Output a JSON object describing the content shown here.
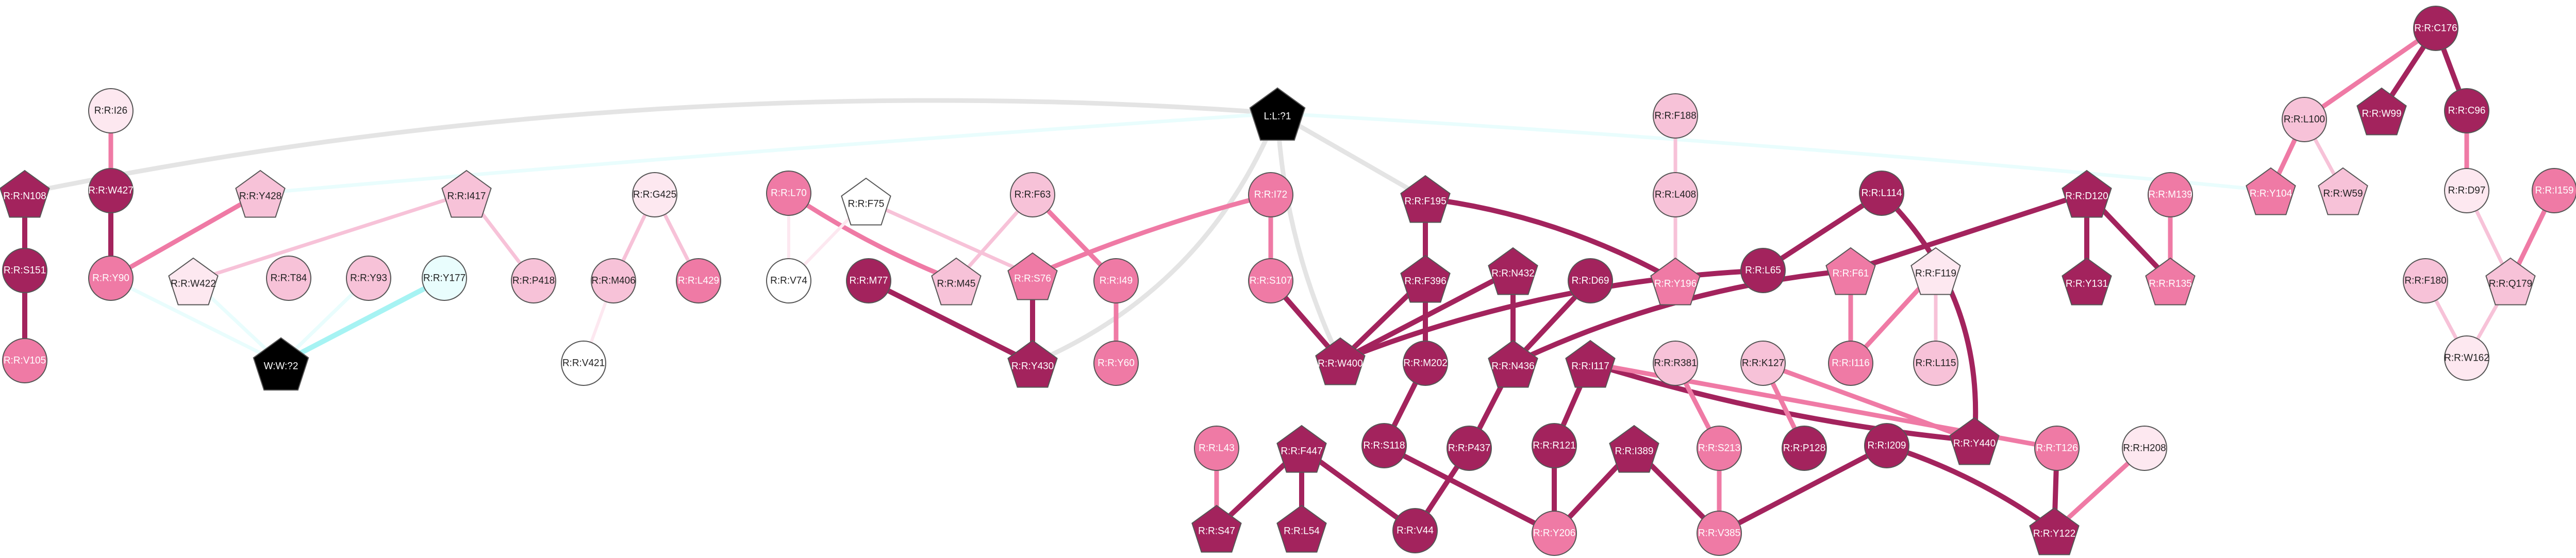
{
  "palette": {
    "deep": "#a3235d",
    "medium": "#ef7aa5",
    "light": "#f7c2d8",
    "pale": "#fde8f0",
    "white": "#ffffff",
    "black": "#000000",
    "cyan_light": "#e9fdfd",
    "cyan": "#a6f3f3",
    "grey": "#e4e4e4",
    "outline": "#555555",
    "text_dark": "#222222",
    "text_light": "#ffffff"
  },
  "nodes": [
    {
      "id": "C176",
      "label": "R:R:C176",
      "shape": "circle",
      "fill": "deep"
    },
    {
      "id": "L100",
      "label": "R:R:L100",
      "shape": "circle",
      "fill": "light"
    },
    {
      "id": "W99",
      "label": "R:R:W99",
      "shape": "pentagon",
      "fill": "deep"
    },
    {
      "id": "C96",
      "label": "R:R:C96",
      "shape": "circle",
      "fill": "deep"
    },
    {
      "id": "Y104",
      "label": "R:R:Y104",
      "shape": "pentagon",
      "fill": "medium"
    },
    {
      "id": "W59",
      "label": "R:R:W59",
      "shape": "pentagon",
      "fill": "light"
    },
    {
      "id": "D97",
      "label": "R:R:D97",
      "shape": "circle",
      "fill": "pale"
    },
    {
      "id": "I159",
      "label": "R:R:I159",
      "shape": "circle",
      "fill": "medium"
    },
    {
      "id": "F180",
      "label": "R:R:F180",
      "shape": "circle",
      "fill": "light"
    },
    {
      "id": "Q179",
      "label": "R:R:Q179",
      "shape": "pentagon",
      "fill": "light"
    },
    {
      "id": "W162",
      "label": "R:R:W162",
      "shape": "circle",
      "fill": "pale"
    },
    {
      "id": "L71",
      "label": "L:L:?1",
      "shape": "pentagon",
      "fill": "black"
    },
    {
      "id": "W72",
      "label": "W:W:?2",
      "shape": "pentagon",
      "fill": "black"
    },
    {
      "id": "I26",
      "label": "R:R:I26",
      "shape": "circle",
      "fill": "pale"
    },
    {
      "id": "N108",
      "label": "R:R:N108",
      "shape": "pentagon",
      "fill": "deep"
    },
    {
      "id": "W427",
      "label": "R:R:W427",
      "shape": "circle",
      "fill": "deep"
    },
    {
      "id": "Y428",
      "label": "R:R:Y428",
      "shape": "pentagon",
      "fill": "light"
    },
    {
      "id": "I417",
      "label": "R:R:I417",
      "shape": "pentagon",
      "fill": "light"
    },
    {
      "id": "G425",
      "label": "R:R:G425",
      "shape": "circle",
      "fill": "pale"
    },
    {
      "id": "S151",
      "label": "R:R:S151",
      "shape": "circle",
      "fill": "deep"
    },
    {
      "id": "Y90",
      "label": "R:R:Y90",
      "shape": "circle",
      "fill": "medium"
    },
    {
      "id": "W422",
      "label": "R:R:W422",
      "shape": "pentagon",
      "fill": "pale"
    },
    {
      "id": "T84",
      "label": "R:R:T84",
      "shape": "circle",
      "fill": "light"
    },
    {
      "id": "Y93",
      "label": "R:R:Y93",
      "shape": "circle",
      "fill": "light"
    },
    {
      "id": "Y177",
      "label": "R:R:Y177",
      "shape": "circle",
      "fill": "cyan_light"
    },
    {
      "id": "P418",
      "label": "R:R:P418",
      "shape": "circle",
      "fill": "light"
    },
    {
      "id": "M406",
      "label": "R:R:M406",
      "shape": "circle",
      "fill": "light"
    },
    {
      "id": "L429",
      "label": "R:R:L429",
      "shape": "circle",
      "fill": "medium"
    },
    {
      "id": "V105",
      "label": "R:R:V105",
      "shape": "circle",
      "fill": "medium"
    },
    {
      "id": "V421",
      "label": "R:R:V421",
      "shape": "circle",
      "fill": "white"
    },
    {
      "id": "L70",
      "label": "R:R:L70",
      "shape": "circle",
      "fill": "medium"
    },
    {
      "id": "F75",
      "label": "R:R:F75",
      "shape": "pentagon",
      "fill": "white"
    },
    {
      "id": "F63",
      "label": "R:R:F63",
      "shape": "circle",
      "fill": "light"
    },
    {
      "id": "I72",
      "label": "R:R:I72",
      "shape": "circle",
      "fill": "medium"
    },
    {
      "id": "V74",
      "label": "R:R:V74",
      "shape": "circle",
      "fill": "white"
    },
    {
      "id": "M45",
      "label": "R:R:M45",
      "shape": "pentagon",
      "fill": "light"
    },
    {
      "id": "M77",
      "label": "R:R:M77",
      "shape": "circle",
      "fill": "deep"
    },
    {
      "id": "S76",
      "label": "R:R:S76",
      "shape": "pentagon",
      "fill": "medium"
    },
    {
      "id": "I49",
      "label": "R:R:I49",
      "shape": "circle",
      "fill": "medium"
    },
    {
      "id": "S107",
      "label": "R:R:S107",
      "shape": "circle",
      "fill": "medium"
    },
    {
      "id": "Y430",
      "label": "R:R:Y430",
      "shape": "pentagon",
      "fill": "deep"
    },
    {
      "id": "Y60",
      "label": "R:R:Y60",
      "shape": "circle",
      "fill": "medium"
    },
    {
      "id": "F195",
      "label": "R:R:F195",
      "shape": "pentagon",
      "fill": "deep"
    },
    {
      "id": "F188",
      "label": "R:R:F188",
      "shape": "circle",
      "fill": "light"
    },
    {
      "id": "L408",
      "label": "R:R:L408",
      "shape": "circle",
      "fill": "light"
    },
    {
      "id": "F396",
      "label": "R:R:F396",
      "shape": "pentagon",
      "fill": "deep"
    },
    {
      "id": "N432",
      "label": "R:R:N432",
      "shape": "pentagon",
      "fill": "deep"
    },
    {
      "id": "D69",
      "label": "R:R:D69",
      "shape": "circle",
      "fill": "deep"
    },
    {
      "id": "Y196",
      "label": "R:R:Y196",
      "shape": "pentagon",
      "fill": "medium"
    },
    {
      "id": "L114",
      "label": "R:R:L114",
      "shape": "circle",
      "fill": "deep"
    },
    {
      "id": "D120",
      "label": "R:R:D120",
      "shape": "pentagon",
      "fill": "deep"
    },
    {
      "id": "M139",
      "label": "R:R:M139",
      "shape": "circle",
      "fill": "medium"
    },
    {
      "id": "L65",
      "label": "R:R:L65",
      "shape": "circle",
      "fill": "deep"
    },
    {
      "id": "F61",
      "label": "R:R:F61",
      "shape": "pentagon",
      "fill": "medium"
    },
    {
      "id": "F119",
      "label": "R:R:F119",
      "shape": "pentagon",
      "fill": "pale"
    },
    {
      "id": "Y131",
      "label": "R:R:Y131",
      "shape": "pentagon",
      "fill": "deep"
    },
    {
      "id": "R135",
      "label": "R:R:R135",
      "shape": "pentagon",
      "fill": "medium"
    },
    {
      "id": "W400",
      "label": "R:R:W400",
      "shape": "pentagon",
      "fill": "deep"
    },
    {
      "id": "M202",
      "label": "R:R:M202",
      "shape": "circle",
      "fill": "deep"
    },
    {
      "id": "N436",
      "label": "R:R:N436",
      "shape": "pentagon",
      "fill": "deep"
    },
    {
      "id": "I117",
      "label": "R:R:I117",
      "shape": "pentagon",
      "fill": "deep"
    },
    {
      "id": "R381",
      "label": "R:R:R381",
      "shape": "circle",
      "fill": "light"
    },
    {
      "id": "K127",
      "label": "R:R:K127",
      "shape": "circle",
      "fill": "light"
    },
    {
      "id": "I116",
      "label": "R:R:I116",
      "shape": "circle",
      "fill": "medium"
    },
    {
      "id": "L115",
      "label": "R:R:L115",
      "shape": "circle",
      "fill": "light"
    },
    {
      "id": "L43",
      "label": "R:R:L43",
      "shape": "circle",
      "fill": "medium"
    },
    {
      "id": "F447",
      "label": "R:R:F447",
      "shape": "pentagon",
      "fill": "deep"
    },
    {
      "id": "S118",
      "label": "R:R:S118",
      "shape": "circle",
      "fill": "deep"
    },
    {
      "id": "P437",
      "label": "R:R:P437",
      "shape": "circle",
      "fill": "deep"
    },
    {
      "id": "R121",
      "label": "R:R:R121",
      "shape": "circle",
      "fill": "deep"
    },
    {
      "id": "I389",
      "label": "R:R:I389",
      "shape": "pentagon",
      "fill": "deep"
    },
    {
      "id": "S213",
      "label": "R:R:S213",
      "shape": "circle",
      "fill": "medium"
    },
    {
      "id": "P128",
      "label": "R:R:P128",
      "shape": "circle",
      "fill": "deep"
    },
    {
      "id": "I209",
      "label": "R:R:I209",
      "shape": "circle",
      "fill": "deep"
    },
    {
      "id": "Y440",
      "label": "R:R:Y440",
      "shape": "pentagon",
      "fill": "deep"
    },
    {
      "id": "T126",
      "label": "R:R:T126",
      "shape": "circle",
      "fill": "medium"
    },
    {
      "id": "H208",
      "label": "R:R:H208",
      "shape": "circle",
      "fill": "pale"
    },
    {
      "id": "S47",
      "label": "R:R:S47",
      "shape": "pentagon",
      "fill": "deep"
    },
    {
      "id": "L54",
      "label": "R:R:L54",
      "shape": "pentagon",
      "fill": "deep"
    },
    {
      "id": "V44",
      "label": "R:R:V44",
      "shape": "circle",
      "fill": "deep"
    },
    {
      "id": "Y206",
      "label": "R:R:Y206",
      "shape": "circle",
      "fill": "medium"
    },
    {
      "id": "V385",
      "label": "R:R:V385",
      "shape": "circle",
      "fill": "medium"
    },
    {
      "id": "Y122",
      "label": "R:R:Y122",
      "shape": "pentagon",
      "fill": "deep"
    }
  ],
  "edges": [
    {
      "from": "C176",
      "to": "L100",
      "color": "medium"
    },
    {
      "from": "C176",
      "to": "W99",
      "color": "deep"
    },
    {
      "from": "C176",
      "to": "C96",
      "color": "deep"
    },
    {
      "from": "L100",
      "to": "Y104",
      "color": "medium"
    },
    {
      "from": "L100",
      "to": "W59",
      "color": "light"
    },
    {
      "from": "C96",
      "to": "D97",
      "color": "medium"
    },
    {
      "from": "D97",
      "to": "Q179",
      "color": "light"
    },
    {
      "from": "I159",
      "to": "Q179",
      "color": "medium"
    },
    {
      "from": "F180",
      "to": "W162",
      "color": "light"
    },
    {
      "from": "Q179",
      "to": "W162",
      "color": "light"
    },
    {
      "from": "L71",
      "to": "N108",
      "color": "grey"
    },
    {
      "from": "L71",
      "to": "Y104",
      "color": "cyan_light"
    },
    {
      "from": "L71",
      "to": "F195",
      "color": "grey"
    },
    {
      "from": "L71",
      "to": "W400",
      "color": "grey"
    },
    {
      "from": "L71",
      "to": "Y430",
      "color": "grey"
    },
    {
      "from": "L71",
      "to": "Y428",
      "color": "cyan_light"
    },
    {
      "from": "I26",
      "to": "W427",
      "color": "medium"
    },
    {
      "from": "W427",
      "to": "Y90",
      "color": "deep"
    },
    {
      "from": "N108",
      "to": "S151",
      "color": "deep"
    },
    {
      "from": "S151",
      "to": "V105",
      "color": "deep"
    },
    {
      "from": "Y428",
      "to": "Y90",
      "color": "medium"
    },
    {
      "from": "I417",
      "to": "W422",
      "color": "light"
    },
    {
      "from": "I417",
      "to": "P418",
      "color": "light"
    },
    {
      "from": "G425",
      "to": "M406",
      "color": "light"
    },
    {
      "from": "G425",
      "to": "L429",
      "color": "light"
    },
    {
      "from": "M406",
      "to": "V421",
      "color": "pale"
    },
    {
      "from": "Y90",
      "to": "W72",
      "color": "cyan_light"
    },
    {
      "from": "W422",
      "to": "W72",
      "color": "cyan_light"
    },
    {
      "from": "Y93",
      "to": "W72",
      "color": "cyan_light"
    },
    {
      "from": "Y177",
      "to": "W72",
      "color": "cyan"
    },
    {
      "from": "L70",
      "to": "V74",
      "color": "pale"
    },
    {
      "from": "L70",
      "to": "M45",
      "color": "medium"
    },
    {
      "from": "F75",
      "to": "V74",
      "color": "pale"
    },
    {
      "from": "F75",
      "to": "S76",
      "color": "light"
    },
    {
      "from": "F63",
      "to": "M45",
      "color": "light"
    },
    {
      "from": "F63",
      "to": "I49",
      "color": "medium"
    },
    {
      "from": "I72",
      "to": "S76",
      "color": "medium"
    },
    {
      "from": "I72",
      "to": "S107",
      "color": "medium"
    },
    {
      "from": "M77",
      "to": "Y430",
      "color": "deep"
    },
    {
      "from": "S76",
      "to": "Y430",
      "color": "deep"
    },
    {
      "from": "I49",
      "to": "Y60",
      "color": "medium"
    },
    {
      "from": "S107",
      "to": "W400",
      "color": "deep"
    },
    {
      "from": "F195",
      "to": "F396",
      "color": "deep"
    },
    {
      "from": "F195",
      "to": "Y196",
      "color": "deep"
    },
    {
      "from": "F188",
      "to": "L408",
      "color": "light"
    },
    {
      "from": "L408",
      "to": "Y196",
      "color": "light"
    },
    {
      "from": "F396",
      "to": "W400",
      "color": "deep"
    },
    {
      "from": "F396",
      "to": "M202",
      "color": "deep"
    },
    {
      "from": "N432",
      "to": "W400",
      "color": "deep"
    },
    {
      "from": "N432",
      "to": "N436",
      "color": "deep"
    },
    {
      "from": "D69",
      "to": "N436",
      "color": "deep"
    },
    {
      "from": "L114",
      "to": "L65",
      "color": "deep"
    },
    {
      "from": "L114",
      "to": "Y440",
      "color": "deep"
    },
    {
      "from": "L65",
      "to": "W400",
      "color": "deep"
    },
    {
      "from": "D120",
      "to": "F61",
      "color": "deep"
    },
    {
      "from": "D120",
      "to": "Y131",
      "color": "deep"
    },
    {
      "from": "D120",
      "to": "R135",
      "color": "deep"
    },
    {
      "from": "M139",
      "to": "R135",
      "color": "medium"
    },
    {
      "from": "F61",
      "to": "N436",
      "color": "deep"
    },
    {
      "from": "F61",
      "to": "I116",
      "color": "medium"
    },
    {
      "from": "F119",
      "to": "I116",
      "color": "medium"
    },
    {
      "from": "F119",
      "to": "L115",
      "color": "light"
    },
    {
      "from": "I117",
      "to": "R121",
      "color": "deep"
    },
    {
      "from": "I117",
      "to": "Y440",
      "color": "deep"
    },
    {
      "from": "I117",
      "to": "T126",
      "color": "medium"
    },
    {
      "from": "M202",
      "to": "S118",
      "color": "deep"
    },
    {
      "from": "N436",
      "to": "P437",
      "color": "deep"
    },
    {
      "from": "R381",
      "to": "S213",
      "color": "medium"
    },
    {
      "from": "K127",
      "to": "P128",
      "color": "medium"
    },
    {
      "from": "K127",
      "to": "Y440",
      "color": "medium"
    },
    {
      "from": "L43",
      "to": "S47",
      "color": "medium"
    },
    {
      "from": "F447",
      "to": "S47",
      "color": "deep"
    },
    {
      "from": "F447",
      "to": "L54",
      "color": "deep"
    },
    {
      "from": "F447",
      "to": "V44",
      "color": "deep"
    },
    {
      "from": "P437",
      "to": "V44",
      "color": "deep"
    },
    {
      "from": "S118",
      "to": "Y206",
      "color": "deep"
    },
    {
      "from": "R121",
      "to": "Y206",
      "color": "deep"
    },
    {
      "from": "I389",
      "to": "Y206",
      "color": "deep"
    },
    {
      "from": "I389",
      "to": "V385",
      "color": "deep"
    },
    {
      "from": "S213",
      "to": "V385",
      "color": "medium"
    },
    {
      "from": "I209",
      "to": "V385",
      "color": "deep"
    },
    {
      "from": "I209",
      "to": "Y122",
      "color": "deep"
    },
    {
      "from": "T126",
      "to": "Y122",
      "color": "deep"
    },
    {
      "from": "H208",
      "to": "Y122",
      "color": "medium"
    }
  ]
}
